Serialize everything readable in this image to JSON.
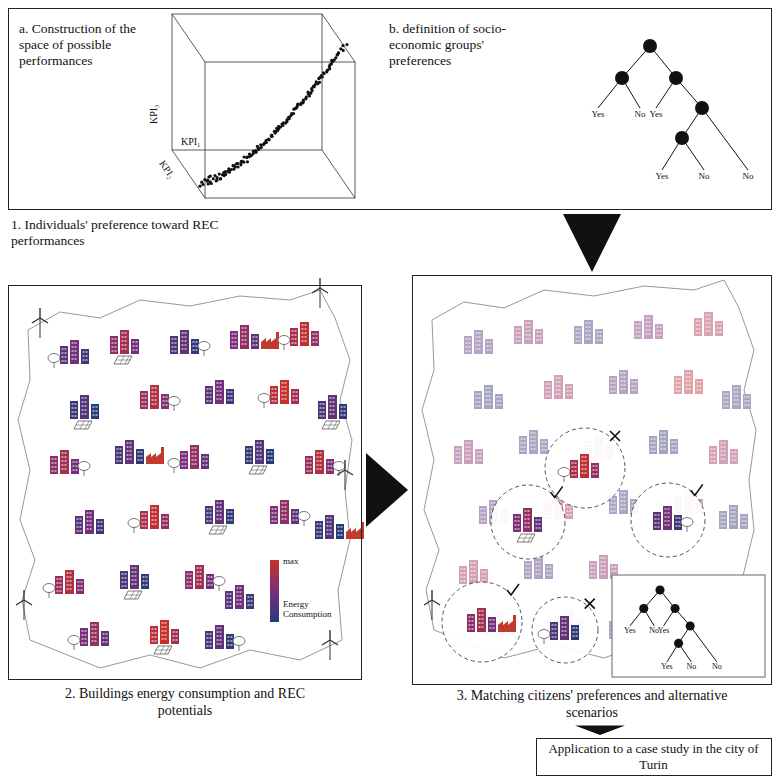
{
  "diagram": {
    "nodes": [
      {
        "text": [
          "a. Construction of the space of possible performances",
          "b. definition of socio-economic groups' preferences",
          "1. Individuals' preference toward REC performances"
        ]
      },
      {
        "text": [
          "2. Buildings energy consumption and REC potentials"
        ]
      },
      {
        "text": [
          "3. Matching citizens' preferences and alternative scenarios"
        ]
      },
      {
        "text": [
          "Application to a case study in the city of Turin"
        ]
      }
    ],
    "edges": [
      {
        "from": 0,
        "to": 2,
        "arrow": "to"
      },
      {
        "from": 1,
        "to": 2,
        "arrow": "to"
      },
      {
        "from": 2,
        "to": 3,
        "arrow": "to"
      }
    ],
    "labels": [
      "KPI₃",
      "KPI₁",
      "KPI₂",
      "Yes",
      "No",
      "Yes",
      "Yes",
      "No",
      "No",
      "max",
      "Energy Consumption",
      "Yes",
      "No",
      "Yes",
      "Yes",
      "No",
      "No"
    ]
  }
}
